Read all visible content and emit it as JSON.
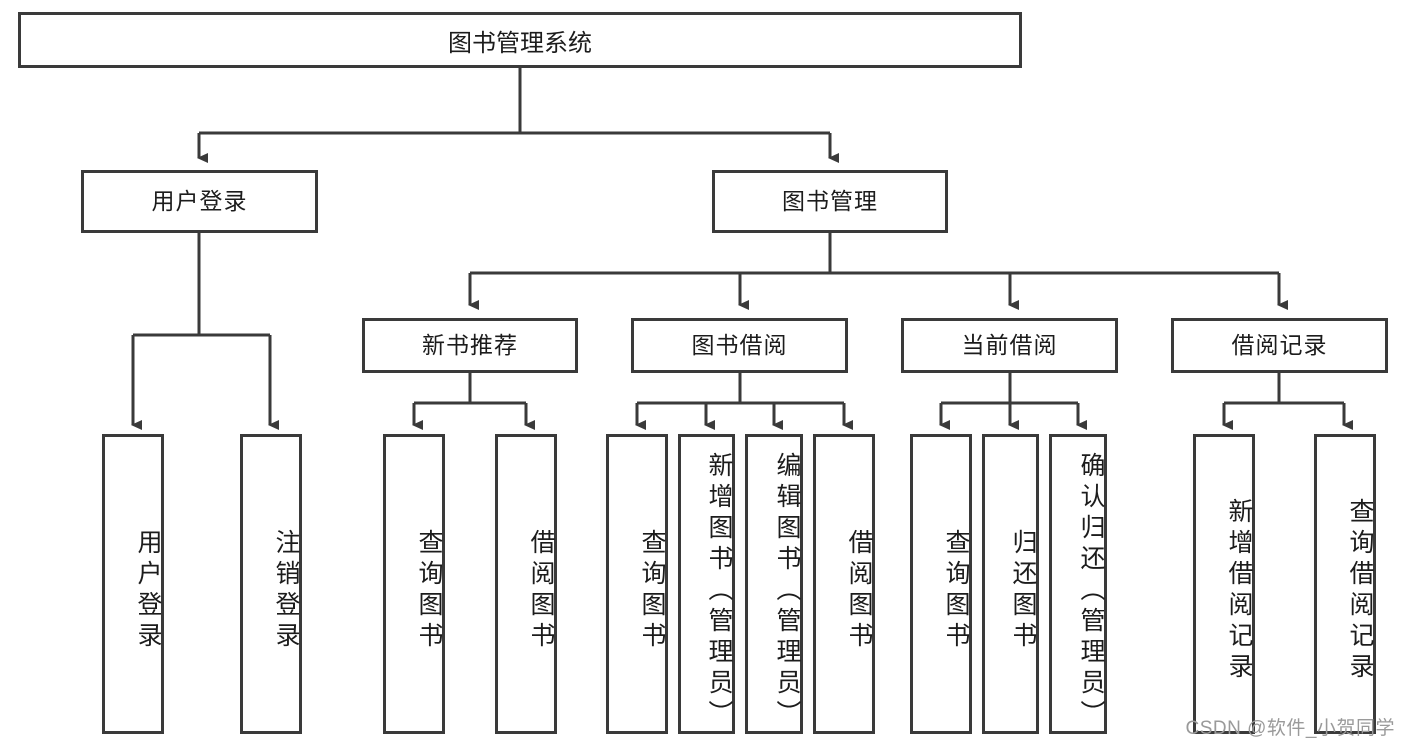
{
  "diagram": {
    "title": "图书管理系统",
    "type": "hierarchy-tree",
    "root": {
      "label": "图书管理系统"
    },
    "level2": [
      {
        "label": "用户登录"
      },
      {
        "label": "图书管理"
      }
    ],
    "level3": [
      {
        "label": "新书推荐"
      },
      {
        "label": "图书借阅"
      },
      {
        "label": "当前借阅"
      },
      {
        "label": "借阅记录"
      }
    ],
    "leaves": {
      "user_login": [
        {
          "label": "用户登录"
        },
        {
          "label": "注销登录"
        }
      ],
      "new_book_recommend": [
        {
          "label": "查询图书"
        },
        {
          "label": "借阅图书"
        }
      ],
      "book_borrow": [
        {
          "label": "查询图书"
        },
        {
          "label": "新增图书（管理员）"
        },
        {
          "label": "编辑图书（管理员）"
        },
        {
          "label": "借阅图书"
        }
      ],
      "current_borrow": [
        {
          "label": "查询图书"
        },
        {
          "label": "归还图书"
        },
        {
          "label": "确认归还（管理员）"
        }
      ],
      "borrow_record": [
        {
          "label": "新增借阅记录"
        },
        {
          "label": "查询借阅记录"
        }
      ]
    },
    "watermark": "CSDN @软件_小贺同学",
    "colors": {
      "border": "#3a3a3a",
      "text": "#1c1c1c",
      "background": "#ffffff",
      "watermark": "#9a9a9a"
    }
  }
}
